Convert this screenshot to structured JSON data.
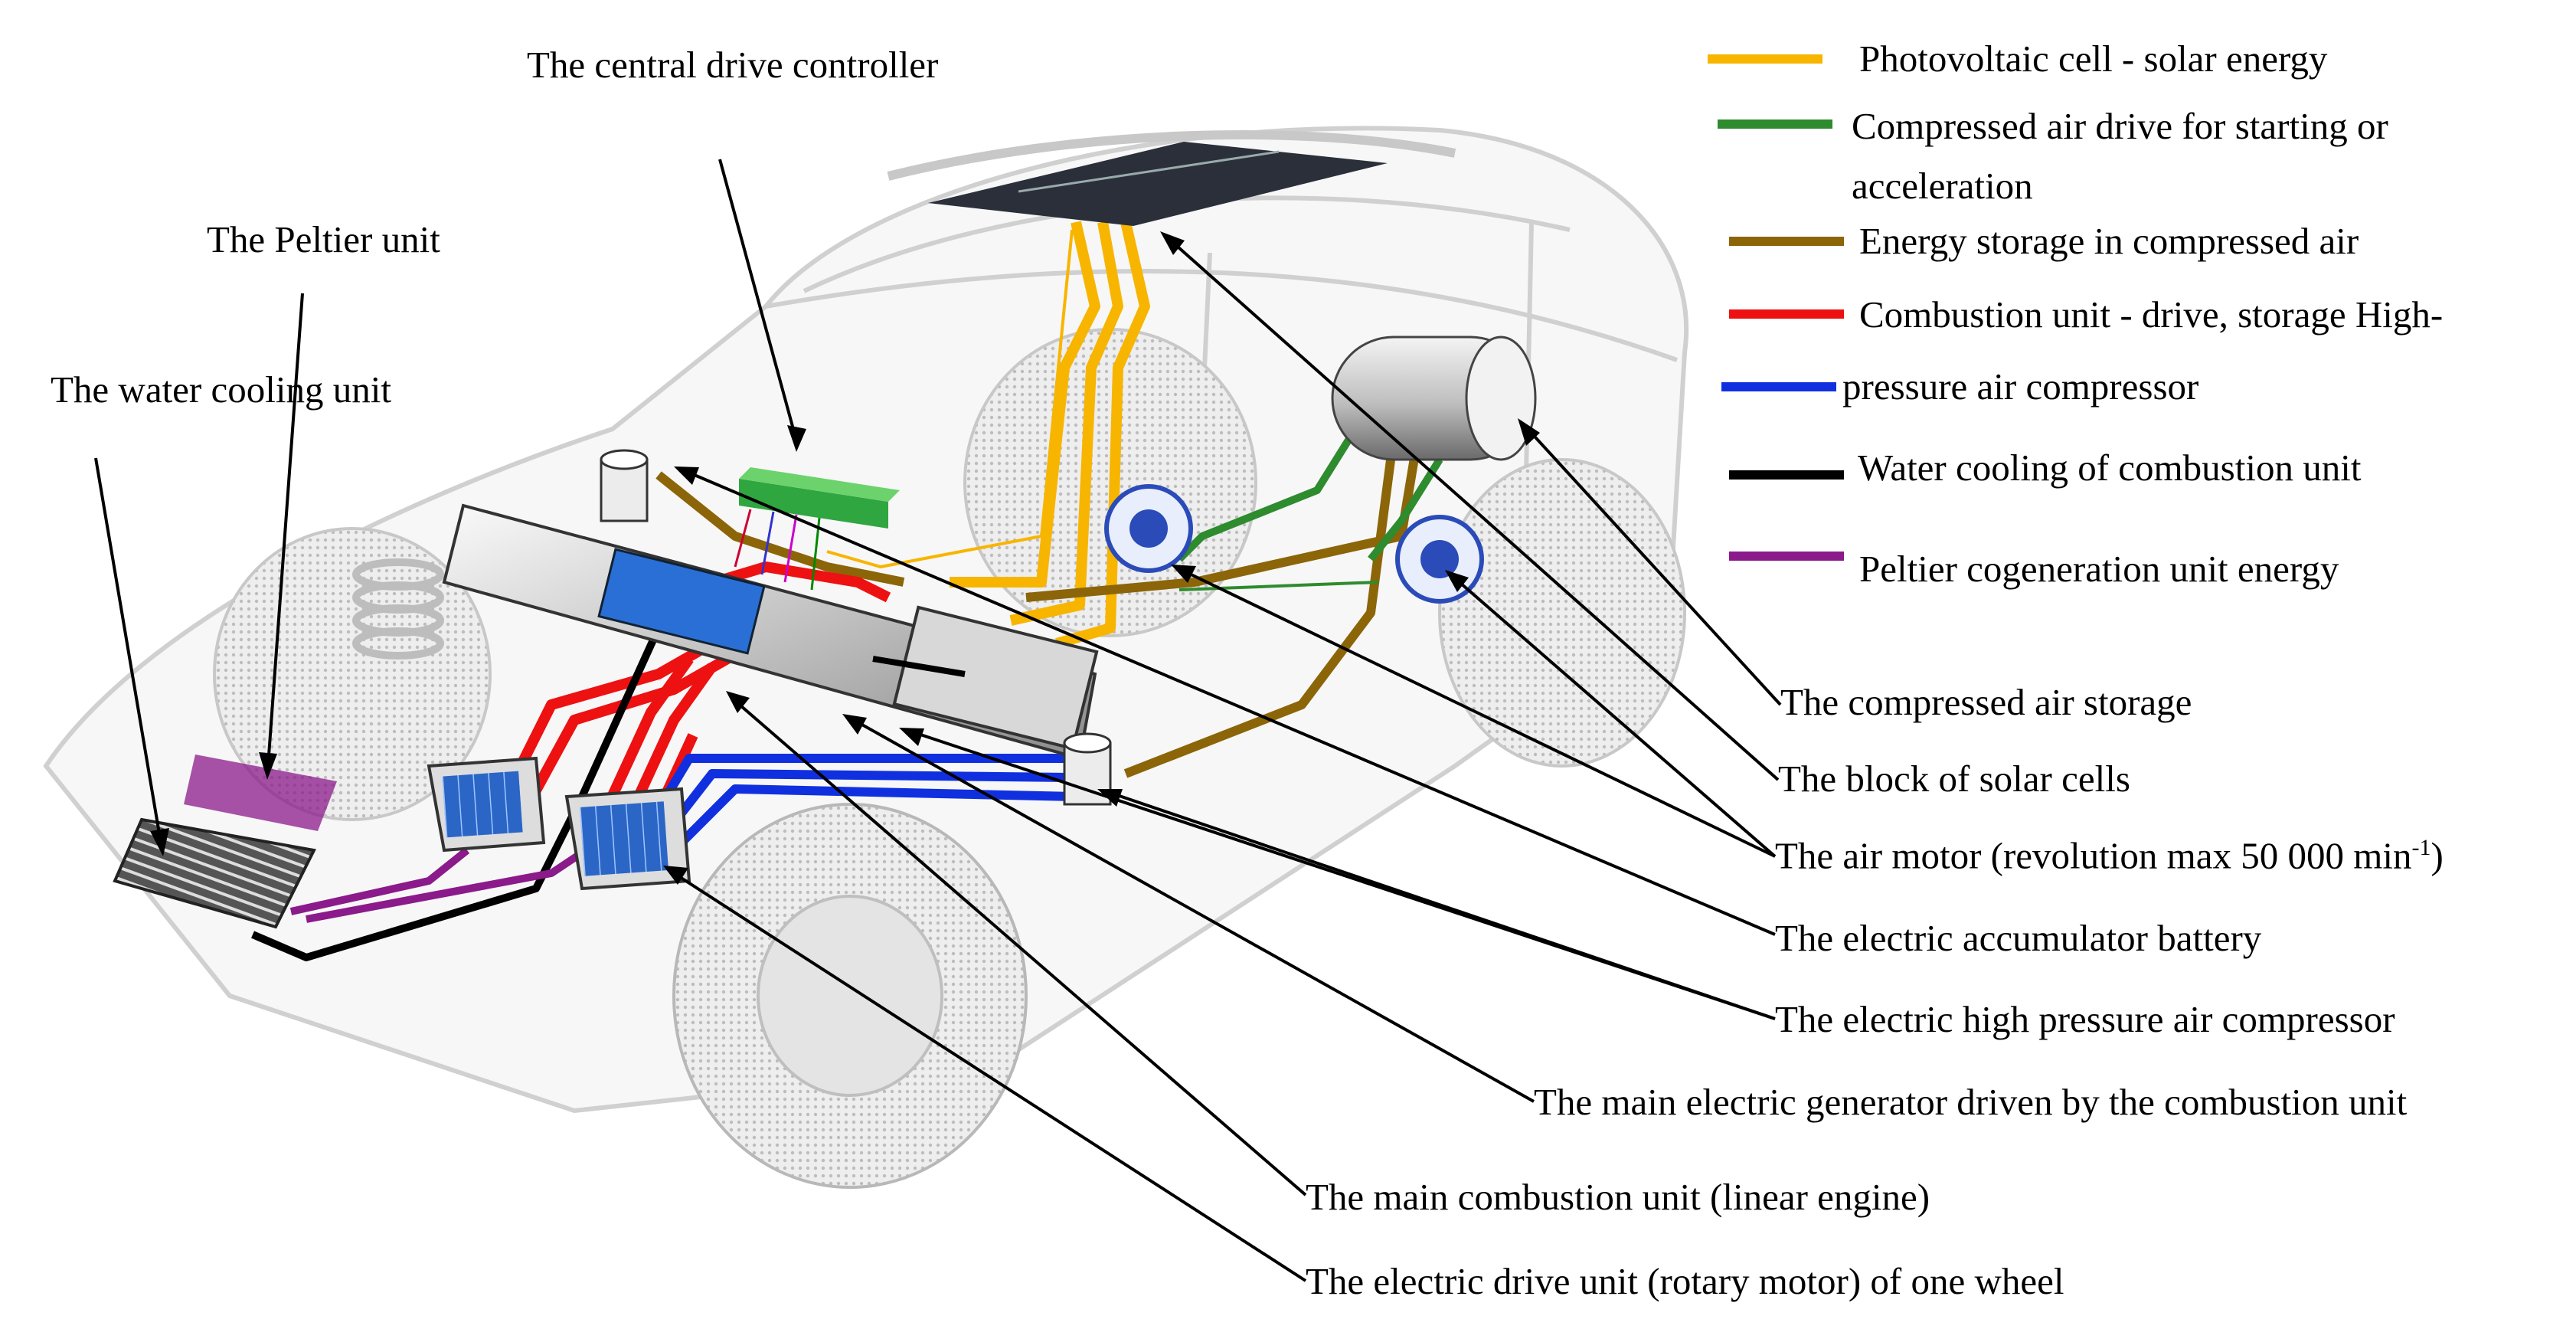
{
  "legend": [
    {
      "text": "Photovoltaic cell - solar energy",
      "color": "#f7b500"
    },
    {
      "text": "Compressed air drive for starting or",
      "text2": "acceleration",
      "color": "#2e8b2e"
    },
    {
      "text": "Energy storage in compressed air",
      "color": "#8b6508"
    },
    {
      "text": "Combustion unit - drive, storage High-",
      "color": "#ee1111"
    },
    {
      "text": "pressure air compressor",
      "color": "#1030e0"
    },
    {
      "text": "Water cooling of combustion unit",
      "color": "#000000"
    },
    {
      "text": "Peltier cogeneration unit energy",
      "color": "#8b1a8b"
    }
  ],
  "labels": {
    "central_drive_controller": "The central drive controller",
    "peltier_unit": "The Peltier unit",
    "water_cooling_unit": "The water cooling unit",
    "compressed_air_storage": "The compressed air storage",
    "block_solar_cells": "The block of solar cells",
    "air_motor": "The air motor (revolution  max 50 000 min",
    "air_motor_sup": "-1",
    "air_motor_end": ")",
    "electric_accumulator": "The electric accumulator battery",
    "air_compressor": "The electric high pressure air compressor",
    "main_generator": "The main electric generator driven by the combustion unit",
    "main_combustion": "The main combustion unit (linear engine)",
    "electric_drive": "The electric drive unit (rotary motor) of one wheel"
  }
}
